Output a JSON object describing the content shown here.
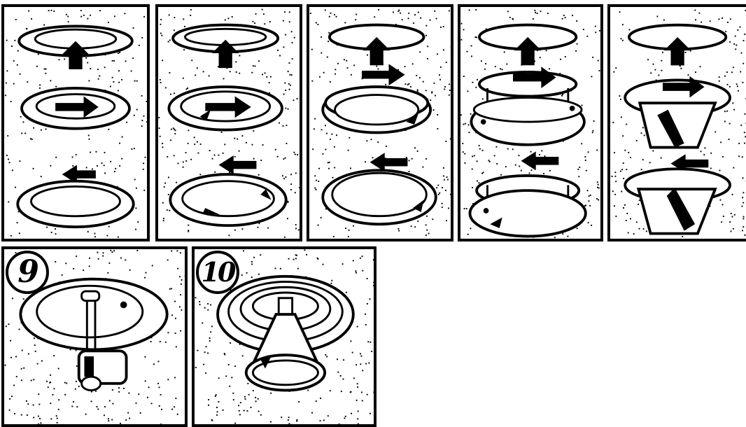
{
  "steps": {
    "s9": "9",
    "s10": "10"
  },
  "panels": [
    {
      "name": "panel-step-3",
      "icon": "recessed-light-trim-removal-icon"
    },
    {
      "name": "panel-step-4",
      "icon": "lens-trim-removal-icon"
    },
    {
      "name": "panel-step-5",
      "icon": "dome-lens-trim-removal-icon"
    },
    {
      "name": "panel-step-6",
      "icon": "pinned-trim-removal-icon"
    },
    {
      "name": "panel-step-7",
      "icon": "baffle-trim-removal-icon"
    },
    {
      "name": "panel-step-9",
      "icon": "bulb-socket-removal-icon"
    },
    {
      "name": "panel-step-10",
      "icon": "reflector-bulb-install-icon"
    }
  ],
  "colors": {
    "ink": "#000000",
    "paper": "#ffffff"
  }
}
